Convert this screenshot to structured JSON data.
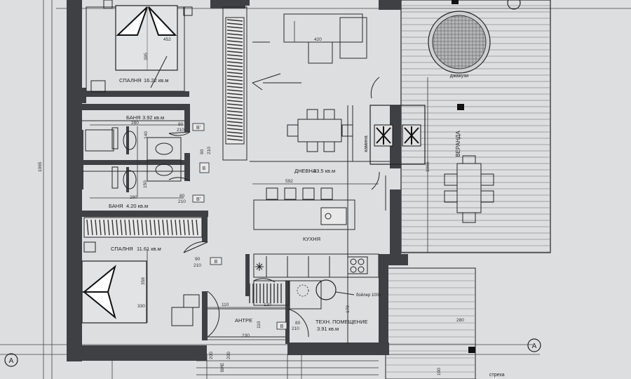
{
  "rooms": {
    "bedroom1": {
      "name": "СПАЛНЯ",
      "area": "16.22 кв.м"
    },
    "bath1": {
      "name": "БАНЯ",
      "area": "3.92 кв.м"
    },
    "bath2": {
      "name": "БАНЯ",
      "area": "4.20 кв.м"
    },
    "bedroom2": {
      "name": "СПАЛНЯ",
      "area": "11.61 кв.м"
    },
    "living": {
      "name": "ДНЕВНА",
      "area": "33.5 кв.м"
    },
    "kitchen": {
      "name": "КУХНЯ"
    },
    "entrance": {
      "name": "АНТРЕ"
    },
    "tech": {
      "name": "ТЕХН. ПОМЕЩЕНИЕ",
      "area": "3.91 кв.м"
    },
    "veranda": {
      "name": "ВЕРАНДА"
    }
  },
  "labels": {
    "jacuzzi": "джакузи",
    "fireplace": "камина",
    "boiler": "бойлер 100л",
    "eaves": "стреха"
  },
  "dimensions": {
    "d452": "452",
    "d395": "395",
    "d420": "420",
    "d280a": "280",
    "d140": "140",
    "d80a": "80",
    "d210a": "210",
    "d90a": "90",
    "d210b": "210",
    "d280b": "280",
    "d150": "150",
    "d80b": "80",
    "d210c": "210",
    "d592": "592",
    "d1065a": "1065",
    "d1065b": "1065",
    "d90b": "90",
    "d210d": "210",
    "d358": "358",
    "d330": "330",
    "d110a": "110",
    "d120": "120",
    "d110b": "110",
    "d230": "230",
    "d80c": "80",
    "d210e": "210",
    "d170": "170",
    "d280c": "280",
    "d100": "100",
    "d200a": "200",
    "d200b": "200",
    "dbr": "ВИЕ"
  },
  "door_tags": {
    "t1": "B'",
    "t2": "B",
    "t3": "B'",
    "t4": "B",
    "t5": "B"
  },
  "section_mark": "A",
  "colors": {
    "paper": "#d9dadc",
    "wall": "#3f4044",
    "line": "#2a2a2a",
    "hatch": "#555"
  }
}
